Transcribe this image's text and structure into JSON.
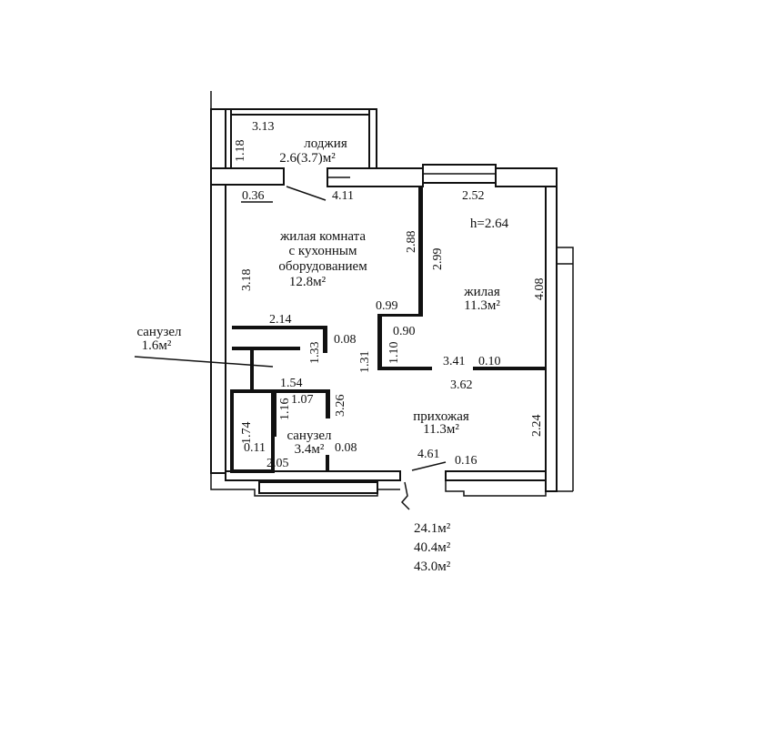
{
  "rooms": {
    "loggia": {
      "name": "лоджия",
      "area": "2.6(3.7)м²"
    },
    "kitchen_living": {
      "line1": "жилая комната",
      "line2": "с  кухонным",
      "line3": "оборудованием",
      "area": "12.8м²"
    },
    "living": {
      "name": "жилая",
      "area": "11.3м²"
    },
    "hallway": {
      "name": "прихожая",
      "area": "11.3м²"
    },
    "bath_small": {
      "name": "санузел",
      "area": "1.6м²"
    },
    "bath_large": {
      "name": "санузел",
      "area": "3.4м²"
    }
  },
  "ceiling_height": "h=2.64",
  "dimensions": {
    "d313": "3.13",
    "d118": "1.18",
    "d036": "0.36",
    "d411": "4.11",
    "d252": "2.52",
    "d288": "2.88",
    "d299": "2.99",
    "d318": "3.18",
    "d408": "4.08",
    "d099": "0.99",
    "d214": "2.14",
    "d008a": "0.08",
    "d090": "0.90",
    "d133": "1.33",
    "d131": "1.31",
    "d110": "1.10",
    "d341": "3.41",
    "d010": "0.10",
    "d362": "3.62",
    "d154": "1.54",
    "d116": "1.16",
    "d107": "1.07",
    "d326": "3.26",
    "d174": "1.74",
    "d224": "2.24",
    "d011": "0.11",
    "d008b": "0.08",
    "d205": "2.05",
    "d461": "4.61",
    "d016": "0.16"
  },
  "totals": {
    "living_area": "24.1м²",
    "total_area": "40.4м²",
    "total_with_loggia": "43.0м²"
  }
}
